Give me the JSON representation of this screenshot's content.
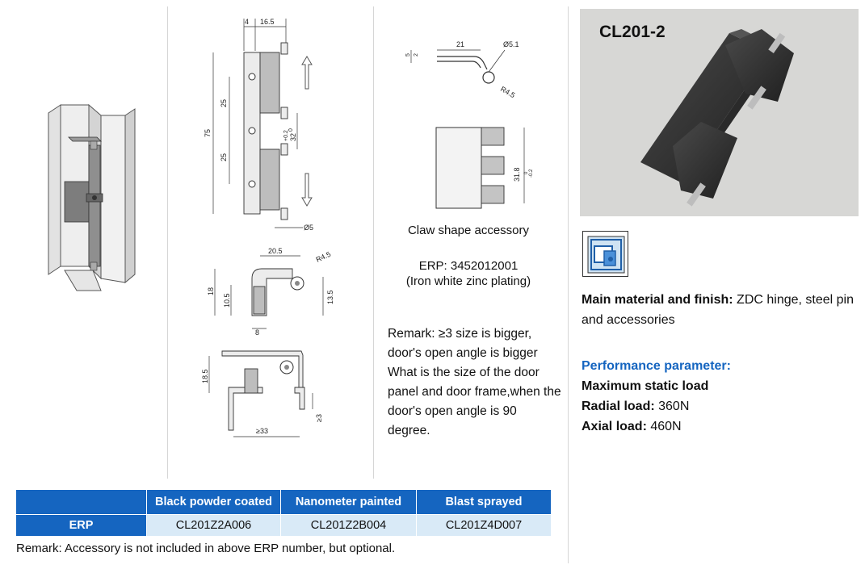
{
  "drawing": {
    "top_dims": [
      "4",
      "16.5"
    ],
    "side_dims": [
      "75",
      "25",
      "25"
    ],
    "gap_dim": "32",
    "gap_tol": [
      "+0.2",
      "0"
    ],
    "pin_dim": "Ø5",
    "claw_top_dims": [
      "21",
      "Ø5.1",
      "R4.5"
    ],
    "claw_side_dims": [
      "5",
      "2"
    ],
    "claw_height_dim": "31.8",
    "claw_height_tol": [
      "0",
      "-0.2"
    ],
    "section_dims": [
      "20.5",
      "R4.5",
      "18",
      "10.5",
      "13.5",
      "8"
    ],
    "open_dims": [
      "18.5",
      "≥3",
      "≥33"
    ]
  },
  "accessory": {
    "label": "Claw shape accessory",
    "erp_line": "ERP: 3452012001",
    "finish_line": "(Iron white zinc plating)"
  },
  "remark_side": {
    "line1": "Remark: ≥3 size is bigger, door's open angle is bigger",
    "line2": "What is the size of the door panel and door frame,when the door's open angle is 90 degree."
  },
  "table": {
    "headers": [
      "",
      "Black powder coated",
      "Nanometer painted",
      "Blast sprayed"
    ],
    "row_label": "ERP",
    "values": [
      "CL201Z2A006",
      "CL201Z2B004",
      "CL201Z4D007"
    ],
    "remark": "Remark: Accessory is not  included in above ERP number, but optional."
  },
  "product": {
    "title": "CL201-2",
    "material_label": "Main material and finish:",
    "material_value": " ZDC hinge, steel pin and accessories",
    "performance_title": "Performance parameter:",
    "max_load": "Maximum static load",
    "radial_label": "Radial load:",
    "radial_value": " 360N",
    "axial_label": "Axial load:",
    "axial_value": " 460N"
  },
  "colors": {
    "header_blue": "#1565c0",
    "row_light_blue": "#d9eaf7",
    "perf_blue": "#1565c0"
  }
}
